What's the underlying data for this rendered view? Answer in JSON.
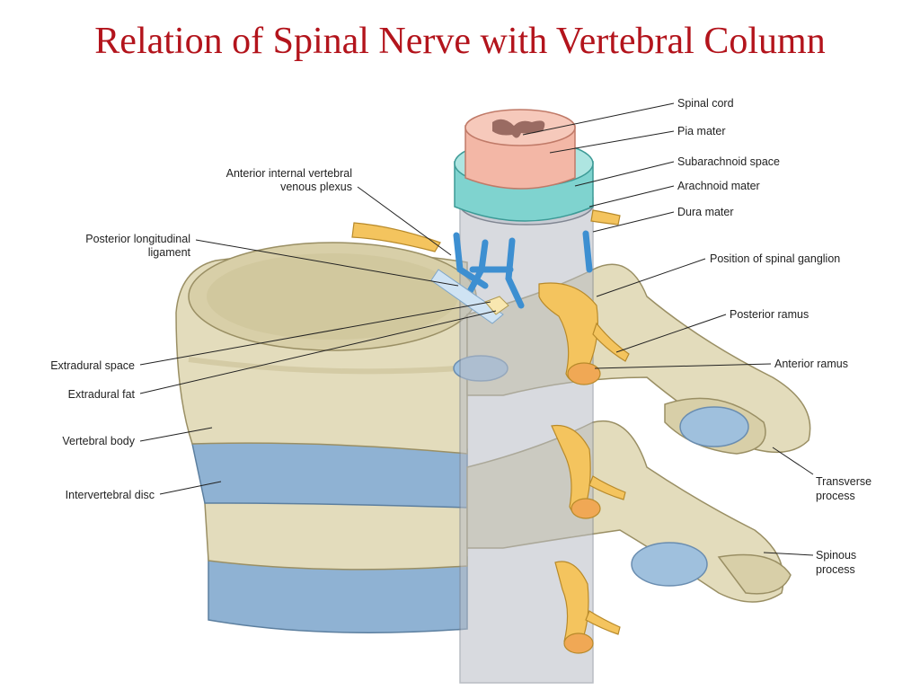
{
  "title": "Relation of Spinal Nerve with Vertebral Column",
  "labels": {
    "spinal_cord": "Spinal cord",
    "pia_mater": "Pia mater",
    "subarachnoid_space": "Subarachnoid space",
    "arachnoid_mater": "Arachnoid mater",
    "dura_mater": "Dura mater",
    "spinal_ganglion": "Position of spinal ganglion",
    "posterior_ramus": "Posterior ramus",
    "anterior_ramus": "Anterior ramus",
    "transverse_process_1": "Transverse",
    "transverse_process_2": "process",
    "spinous_process_1": "Spinous",
    "spinous_process_2": "process",
    "anterior_plexus_1": "Anterior internal vertebral",
    "anterior_plexus_2": "venous plexus",
    "posterior_ligament_1": "Posterior longitudinal",
    "posterior_ligament_2": "ligament",
    "extradural_space": "Extradural space",
    "extradural_fat": "Extradural fat",
    "vertebral_body": "Vertebral body",
    "intervertebral_disc": "Intervertebral disc"
  },
  "colors": {
    "title": "#b3141c",
    "bone": "#e3dcbc",
    "bone_shadow": "#c9bf96",
    "disc": "#8fb2d3",
    "dura": "#b9bdc6",
    "cord": "#f3b7a6",
    "nerve": "#f4c45e",
    "vein": "#3d8fd1",
    "arachnoid": "#7fd3cf"
  }
}
